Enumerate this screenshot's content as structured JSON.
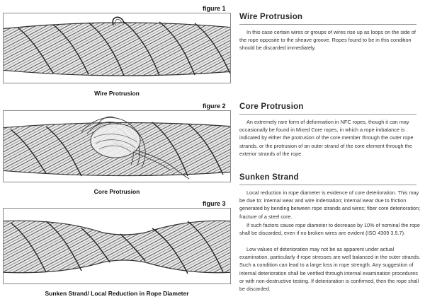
{
  "figures": [
    {
      "label": "figure 1",
      "caption": "Wire Protrusion"
    },
    {
      "label": "figure 2",
      "caption": "Core Protrusion"
    },
    {
      "label": "figure 3",
      "caption": "Sunken Strand/ Local Reduction in Rope Diameter"
    }
  ],
  "sections": [
    {
      "title": "Wire Protrusion",
      "paragraphs": [
        "In this case certain wires or groups of wires rise up as loops on the side of the rope opposite to the sheave groove. Ropes found to be in this condition should be discarded immediately."
      ]
    },
    {
      "title": "Core Protrusion",
      "paragraphs": [
        "An extremely rare form of deformation in NFC ropes, though it can may occasionally be found in Mixed Core ropes, in which a rope imbalance is indicated by either the protrusion of the core member through the outer rope strands, or the protrusion of an outer strand of the core element through the exterior strands of the rope."
      ]
    },
    {
      "title": "Sunken Strand",
      "paragraphs": [
        "Local reduction in rope diameter is evidence of core deterioration. This may be due to: internal wear and wire indentation; internal wear due to friction generated by bending between rope strands and wires; fiber core deterioration; fracture of a steel core.",
        "If such factors cause rope diameter to decrease by 10% of nominal the rope shall be discarded, even if no broken wires are evident (ISO 4309 3.5.7).",
        "Low values of deterioration may not be as apparent under actual examination, particularly if rope stresses are well balanced in the outer strands. Such a condition can lead to a large loss in rope strength. Any suggestion of internal deterioration shall be verified through internal examination procedures or with non-destructive testing. If deterioration is confirmed, then the rope shall be discarded."
      ]
    }
  ]
}
